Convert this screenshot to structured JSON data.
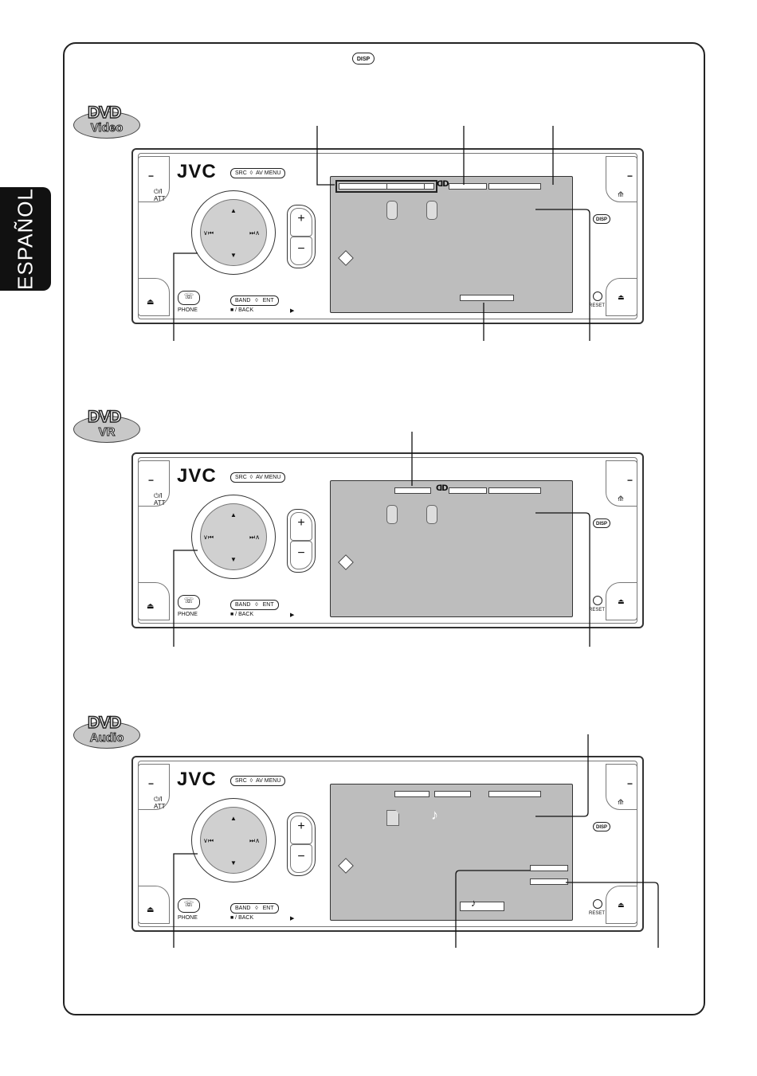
{
  "side_tab": {
    "label": "ESPAÑOL"
  },
  "disp_symbol": "DISP",
  "logos": [
    {
      "brand": "DVD",
      "sub": "Video"
    },
    {
      "brand": "DVD",
      "sub": "VR"
    },
    {
      "brand": "DVD",
      "sub": "Audio"
    }
  ],
  "unit": {
    "brand": "JVC",
    "src_label": "SRC",
    "av_menu_label": "AV MENU",
    "band_label": "BAND",
    "ent_label": "ENT",
    "power_label": "⏻/I",
    "att_label": "ATT",
    "phone_label": "PHONE",
    "back_label": "■ / BACK",
    "play_label": "▶",
    "reset_label": "RESET",
    "disp_label": "DISP",
    "plus": "+",
    "minus": "−",
    "dolby": "ᗡᗞ",
    "note": "♪",
    "arrow_up": "▲",
    "arrow_down": "▼",
    "arrow_left": "∨⏮",
    "arrow_right": "⏭∧",
    "eject": "⏏",
    "tilt": "⟰"
  }
}
